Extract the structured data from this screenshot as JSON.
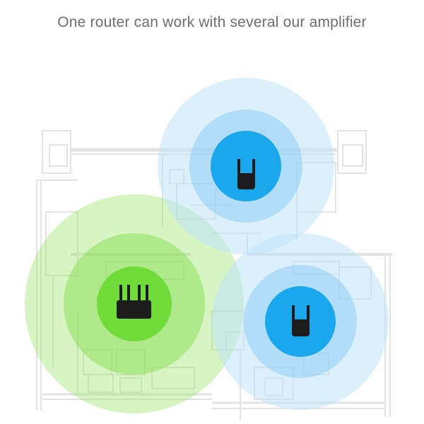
{
  "headline": "One router can work with several our amplifier",
  "colors": {
    "router_zone": "#9be36a",
    "router_core": "#6fdc3a",
    "amplifier_zone": "#bfe3fa",
    "amplifier_core": "#1aa7ec",
    "device_body": "#1c1c1c",
    "floorplan_line": "#e3e3e3"
  },
  "devices": [
    {
      "kind": "router",
      "icon": "router-icon"
    },
    {
      "kind": "amplifier",
      "icon": "amplifier-icon"
    },
    {
      "kind": "amplifier",
      "icon": "amplifier-icon"
    }
  ]
}
